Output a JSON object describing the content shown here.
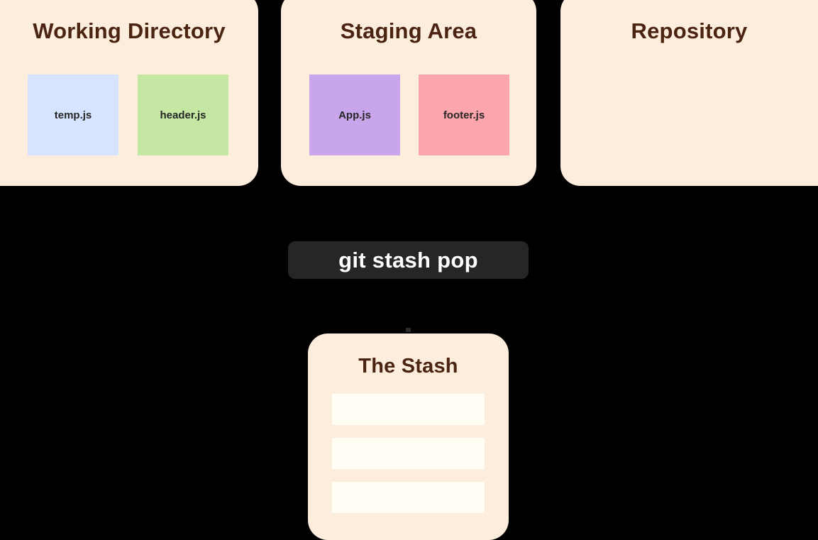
{
  "diagram": {
    "background_color": "#000000",
    "panel_color": "#fdeddc",
    "title_color": "#4a2410",
    "command": {
      "label": "git stash pop",
      "background_color": "#262626",
      "text_color": "#ffffff"
    },
    "panels": [
      {
        "id": "working-directory",
        "title": "Working Directory",
        "files": [
          {
            "name": "temp.js",
            "color": "#d6e4ff"
          },
          {
            "name": "header.js",
            "color": "#c5e7a4"
          }
        ]
      },
      {
        "id": "staging-area",
        "title": "Staging Area",
        "files": [
          {
            "name": "App.js",
            "color": "#c9a6ec"
          },
          {
            "name": "footer.js",
            "color": "#fca5ad"
          }
        ]
      },
      {
        "id": "repository",
        "title": "Repository",
        "files": []
      }
    ],
    "stash": {
      "title": "The Stash",
      "slot_color": "#fffdf4",
      "slots": [
        "",
        "",
        ""
      ]
    }
  }
}
